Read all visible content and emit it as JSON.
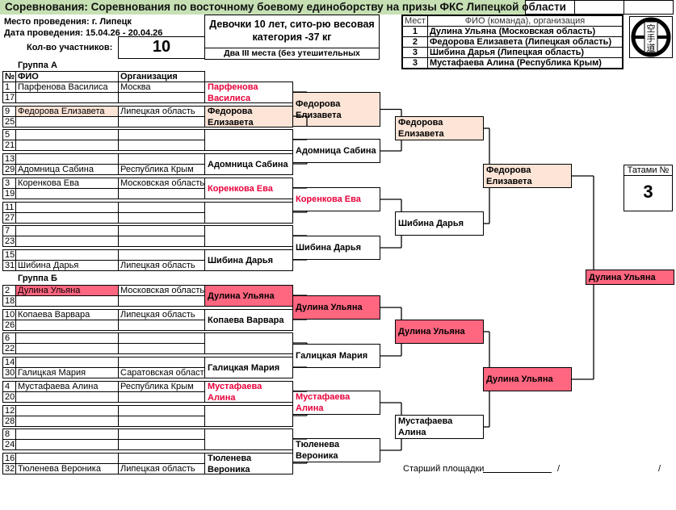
{
  "title": "Соревнования: Соревнования по восточному боевому единоборству на призы ФКС Липецкой области",
  "venue": "Место проведения: г. Липецк",
  "dates": "Дата проведения: 15.04.26 - 20.04.26",
  "count_label": "Кол-во участников:",
  "count": "10",
  "category": "Девочки 10 лет, сито-рю весовая категория -37 кг",
  "category_note": "Два III места (без утешительных",
  "results": {
    "col_place": "Мест",
    "col_name": "ФИО (команда), организация",
    "rows": [
      {
        "place": "1",
        "name": "Дулина Ульяна  (Московская область)"
      },
      {
        "place": "2",
        "name": "Федорова Елизавета  (Липецкая область)"
      },
      {
        "place": "3",
        "name": "Шибина Дарья  (Липецкая область)"
      },
      {
        "place": "3",
        "name": "Мустафаева Алина  (Республика Крым)"
      }
    ]
  },
  "logo_text": "空手道",
  "table_headers": {
    "num": "№",
    "name": "ФИО",
    "org": "Организация"
  },
  "groups": [
    {
      "label": "Группа А",
      "pairs": [
        {
          "rows": [
            {
              "num": "1",
              "name": "Парфенова Василиса",
              "org": "Москва"
            },
            {
              "num": "17",
              "name": "",
              "org": ""
            }
          ],
          "winner": "Парфенова Василиса",
          "style": "red"
        },
        {
          "rows": [
            {
              "num": "9",
              "name": "Федорова Елизавета",
              "org": "Липецкая область",
              "hl": "light"
            },
            {
              "num": "25",
              "name": "",
              "org": ""
            }
          ],
          "winner": "Федорова Елизавета",
          "style": "light"
        },
        {
          "rows": [
            {
              "num": "5",
              "name": "",
              "org": ""
            },
            {
              "num": "21",
              "name": "",
              "org": ""
            }
          ],
          "winner": "",
          "style": ""
        },
        {
          "rows": [
            {
              "num": "13",
              "name": "",
              "org": ""
            },
            {
              "num": "29",
              "name": "Адомница Сабина",
              "org": "Республика Крым"
            }
          ],
          "winner": "Адомница Сабина",
          "style": ""
        },
        {
          "rows": [
            {
              "num": "3",
              "name": "Коренкова Ева",
              "org": "Московская область"
            },
            {
              "num": "19",
              "name": "",
              "org": ""
            }
          ],
          "winner": "Коренкова Ева",
          "style": "red"
        },
        {
          "rows": [
            {
              "num": "11",
              "name": "",
              "org": ""
            },
            {
              "num": "27",
              "name": "",
              "org": ""
            }
          ],
          "winner": "",
          "style": ""
        },
        {
          "rows": [
            {
              "num": "7",
              "name": "",
              "org": ""
            },
            {
              "num": "23",
              "name": "",
              "org": ""
            }
          ],
          "winner": "",
          "style": ""
        },
        {
          "rows": [
            {
              "num": "15",
              "name": "",
              "org": ""
            },
            {
              "num": "31",
              "name": "Шибина Дарья",
              "org": "Липецкая область"
            }
          ],
          "winner": "Шибина Дарья",
          "style": ""
        }
      ]
    },
    {
      "label": "Группа Б",
      "pairs": [
        {
          "rows": [
            {
              "num": "2",
              "name": "Дулина Ульяна",
              "org": "Московская область",
              "hl": "hot"
            },
            {
              "num": "18",
              "name": "",
              "org": ""
            }
          ],
          "winner": "Дулина Ульяна",
          "style": "hot"
        },
        {
          "rows": [
            {
              "num": "10",
              "name": "Копаева Варвара",
              "org": "Липецкая область"
            },
            {
              "num": "26",
              "name": "",
              "org": ""
            }
          ],
          "winner": "Копаева Варвара",
          "style": ""
        },
        {
          "rows": [
            {
              "num": "6",
              "name": "",
              "org": ""
            },
            {
              "num": "22",
              "name": "",
              "org": ""
            }
          ],
          "winner": "",
          "style": ""
        },
        {
          "rows": [
            {
              "num": "14",
              "name": "",
              "org": ""
            },
            {
              "num": "30",
              "name": "Галицкая Мария",
              "org": "Саратовская область"
            }
          ],
          "winner": "Галицкая Мария",
          "style": ""
        },
        {
          "rows": [
            {
              "num": "4",
              "name": "Мустафаева Алина",
              "org": "Республика Крым"
            },
            {
              "num": "20",
              "name": "",
              "org": ""
            }
          ],
          "winner": "Мустафаева Алина",
          "style": "red"
        },
        {
          "rows": [
            {
              "num": "12",
              "name": "",
              "org": ""
            },
            {
              "num": "28",
              "name": "",
              "org": ""
            }
          ],
          "winner": "",
          "style": ""
        },
        {
          "rows": [
            {
              "num": "8",
              "name": "",
              "org": ""
            },
            {
              "num": "24",
              "name": "",
              "org": ""
            }
          ],
          "winner": "",
          "style": ""
        },
        {
          "rows": [
            {
              "num": "16",
              "name": "",
              "org": ""
            },
            {
              "num": "32",
              "name": "Тюленева Вероника",
              "org": "Липецкая область"
            }
          ],
          "winner": "Тюленева Вероника",
          "style": ""
        }
      ]
    }
  ],
  "round2": [
    {
      "name": "Федорова Елизавета",
      "style": "light"
    },
    {
      "name": "Адомница Сабина",
      "style": ""
    },
    {
      "name": "Коренкова Ева",
      "style": "red"
    },
    {
      "name": "Шибина Дарья",
      "style": ""
    },
    {
      "name": "Дулина Ульяна",
      "style": "hot"
    },
    {
      "name": "Галицкая Мария",
      "style": ""
    },
    {
      "name": "Мустафаева Алина",
      "style": "red"
    },
    {
      "name": "Тюленева Вероника",
      "style": ""
    }
  ],
  "round3": [
    {
      "name": "Федорова Елизавета",
      "style": "light"
    },
    {
      "name": "Шибина Дарья",
      "style": ""
    },
    {
      "name": "Дулина Ульяна",
      "style": "hot"
    },
    {
      "name": "Мустафаева Алина",
      "style": ""
    }
  ],
  "round4": [
    {
      "name": "Федорова Елизавета",
      "style": "light"
    },
    {
      "name": "Дулина Ульяна",
      "style": "hot"
    }
  ],
  "final": {
    "name": "Дулина Ульяна",
    "style": "hot"
  },
  "tatami_label": "Татами №",
  "tatami": "3",
  "footer": {
    "label": "Старший площадки",
    "sep1": "/",
    "sep2": "/"
  },
  "colors": {
    "title_bg": "#c6e0b4",
    "light": "#fce4d6",
    "hot": "#ff6680",
    "red": "#e8003a"
  }
}
